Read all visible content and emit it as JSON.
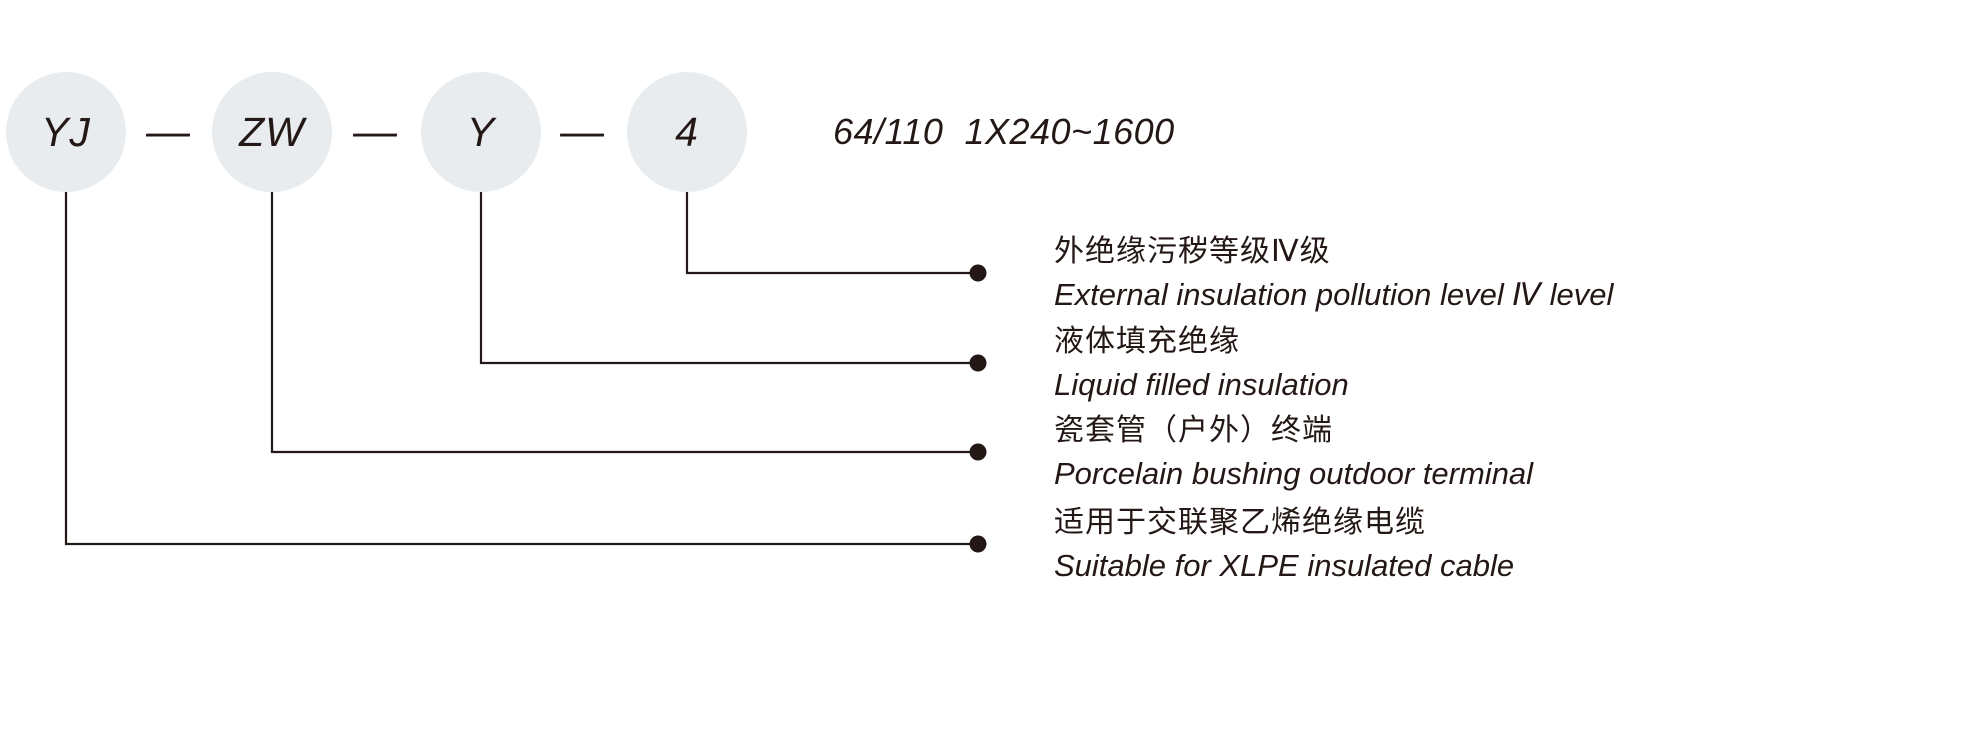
{
  "diagram": {
    "type": "product-model-code-legend",
    "code_segments": [
      {
        "label": "YJ"
      },
      {
        "label": "ZW"
      },
      {
        "label": "Y"
      },
      {
        "label": "4"
      }
    ],
    "separator": "—",
    "spec_text": "64/110  1X240~1600",
    "legend": [
      {
        "explains": "4",
        "zh": "外绝缘污秽等级Ⅳ级",
        "en": "External insulation pollution level Ⅳ level"
      },
      {
        "explains": "Y",
        "zh": "液体填充绝缘",
        "en": "Liquid filled insulation"
      },
      {
        "explains": "ZW",
        "zh": "瓷套管（户外）终端",
        "en": "Porcelain bushing outdoor terminal"
      },
      {
        "explains": "YJ",
        "zh": "适用于交联聚乙烯绝缘电缆",
        "en": "Suitable for XLPE insulated cable"
      }
    ],
    "colors": {
      "circle_fill": "#e8ecef",
      "ink": "#231815",
      "background": "#ffffff"
    }
  }
}
